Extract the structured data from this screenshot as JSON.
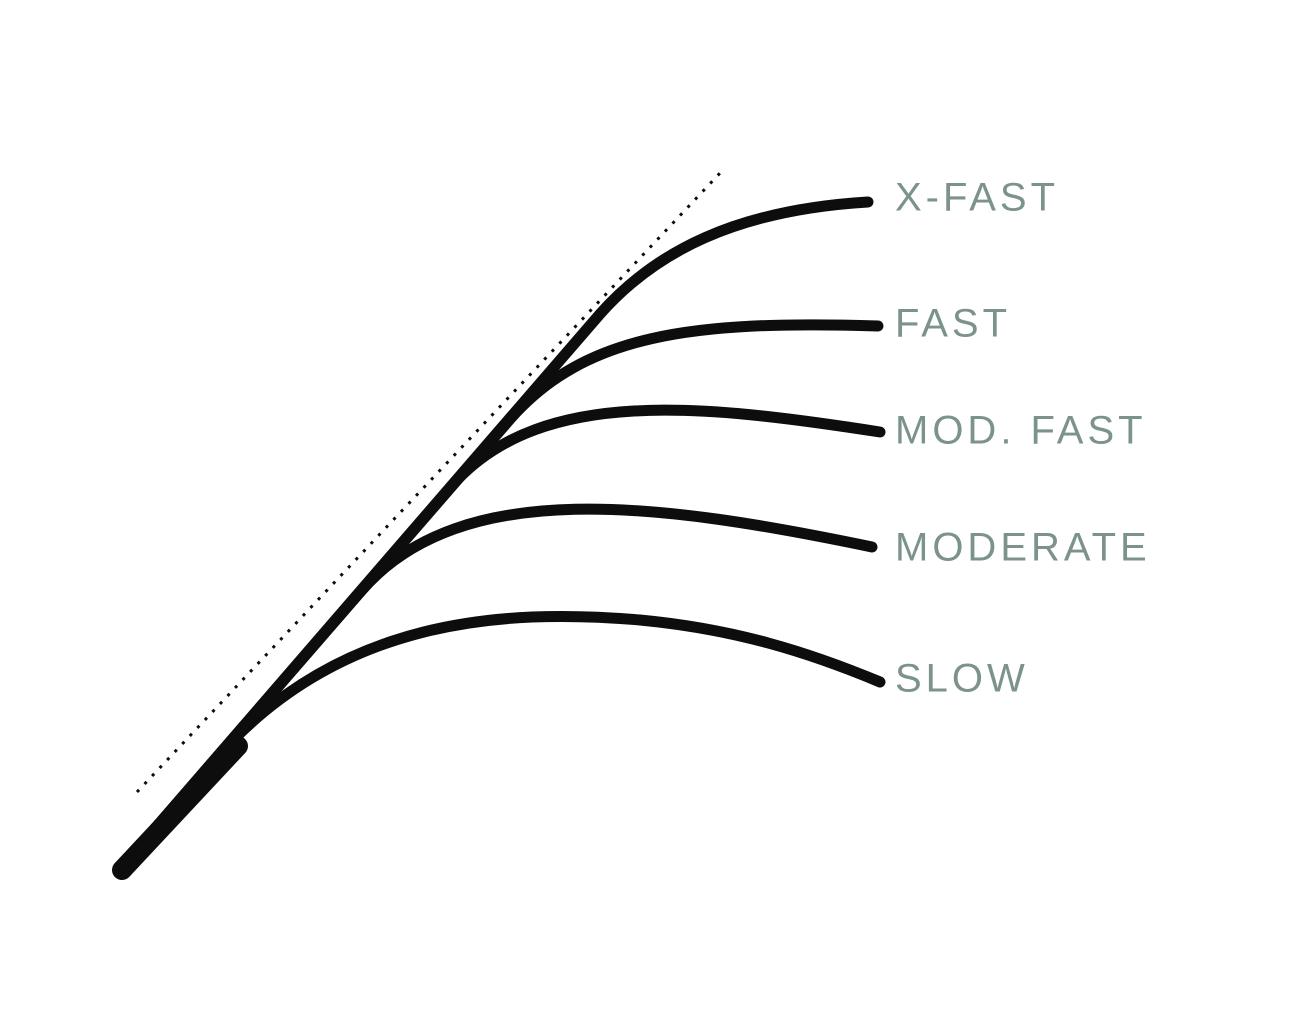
{
  "diagram": {
    "labels": [
      {
        "id": "x-fast",
        "text": "X-FAST"
      },
      {
        "id": "fast",
        "text": "FAST"
      },
      {
        "id": "mod-fast",
        "text": "MOD. FAST"
      },
      {
        "id": "moderate",
        "text": "MODERATE"
      },
      {
        "id": "slow",
        "text": "SLOW"
      }
    ],
    "colors": {
      "label": "#7C9389",
      "curve": "#0d0d0d",
      "background": "#ffffff"
    }
  }
}
